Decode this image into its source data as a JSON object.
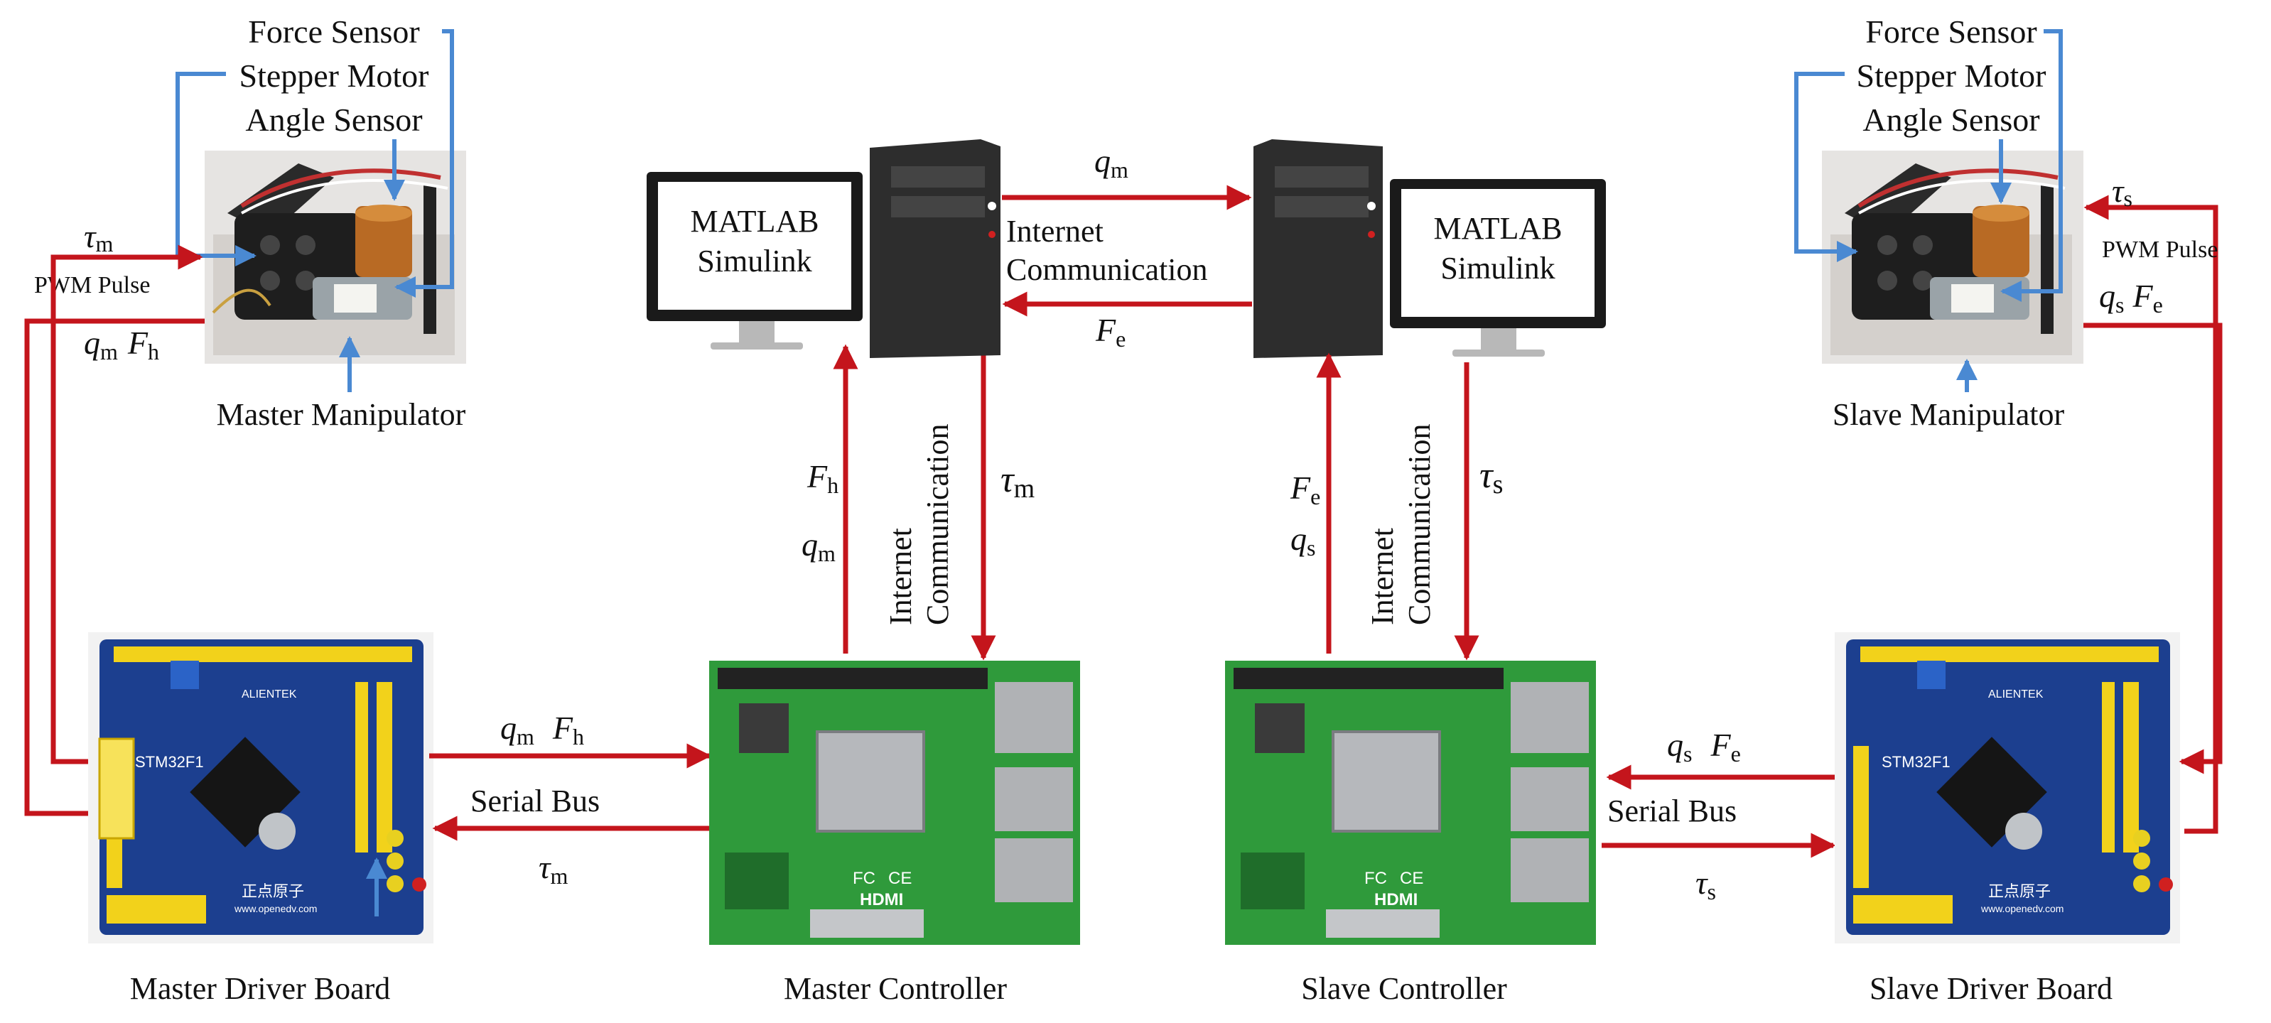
{
  "colors": {
    "signal_red": "#c4151c",
    "sensor_blue": "#4a89d2",
    "board_blue": "#1c3f8f",
    "board_blue_dark": "#10286b",
    "header_yellow": "#f2d21b",
    "pi_green": "#2f9a3b",
    "pi_green_dark": "#1f6d2a",
    "pc_tower": "#2d2d2d",
    "monitor_bezel": "#1a1a1a"
  },
  "master_manipulator": {
    "title": "Master Manipulator",
    "sensor_force": "Force Sensor",
    "sensor_stepper": "Stepper Motor",
    "sensor_angle": "Angle  Sensor",
    "in_tau": "τ",
    "in_tau_sub": "m",
    "pwm": "PWM Pulse",
    "out_q": "q",
    "out_q_sub": "m",
    "out_f": "F",
    "out_f_sub": "h"
  },
  "slave_manipulator": {
    "title": "Slave Manipulator",
    "sensor_force": "Force Sensor",
    "sensor_stepper": "Stepper Motor",
    "sensor_angle": "Angle  Sensor",
    "in_tau": "τ",
    "in_tau_sub": "s",
    "pwm": "PWM Pulse",
    "out_q": "q",
    "out_q_sub": "s",
    "out_f": "F",
    "out_f_sub": "e"
  },
  "master_pc": {
    "software_line1": "MATLAB",
    "software_line2": "Simulink"
  },
  "slave_pc": {
    "software_line1": "MATLAB",
    "software_line2": "Simulink"
  },
  "pc_link": {
    "top_q": "q",
    "top_q_sub": "m",
    "label_line1": "Internet",
    "label_line2": "Communication",
    "bottom_f": "F",
    "bottom_f_sub": "e"
  },
  "master_vertical": {
    "up_f": "F",
    "up_f_sub": "h",
    "up_q": "q",
    "up_q_sub": "m",
    "label_line1": "Internet",
    "label_line2": "Communication",
    "down_tau": "τ",
    "down_tau_sub": "m"
  },
  "slave_vertical": {
    "up_f": "F",
    "up_f_sub": "e",
    "up_q": "q",
    "up_q_sub": "s",
    "label_line1": "Internet",
    "label_line2": "Communication",
    "down_tau": "τ",
    "down_tau_sub": "s"
  },
  "master_serial": {
    "q": "q",
    "q_sub": "m",
    "f": "F",
    "f_sub": "h",
    "bus": "Serial Bus",
    "tau": "τ",
    "tau_sub": "m"
  },
  "slave_serial": {
    "q": "q",
    "q_sub": "s",
    "f": "F",
    "f_sub": "e",
    "bus": "Serial Bus",
    "tau": "τ",
    "tau_sub": "s"
  },
  "captions": {
    "master_driver": "Master Driver Board",
    "master_controller": "Master Controller",
    "slave_controller": "Slave Controller",
    "slave_driver": "Slave Driver Board"
  },
  "board_silkscreen": {
    "mcu": "STM32F1",
    "brand": "ALIENTEK",
    "logo": "正点原子",
    "site": "www.openedv.com"
  },
  "pi_silkscreen": {
    "hdmi": "HDMI",
    "fc": "FC",
    "ce": "CE"
  }
}
